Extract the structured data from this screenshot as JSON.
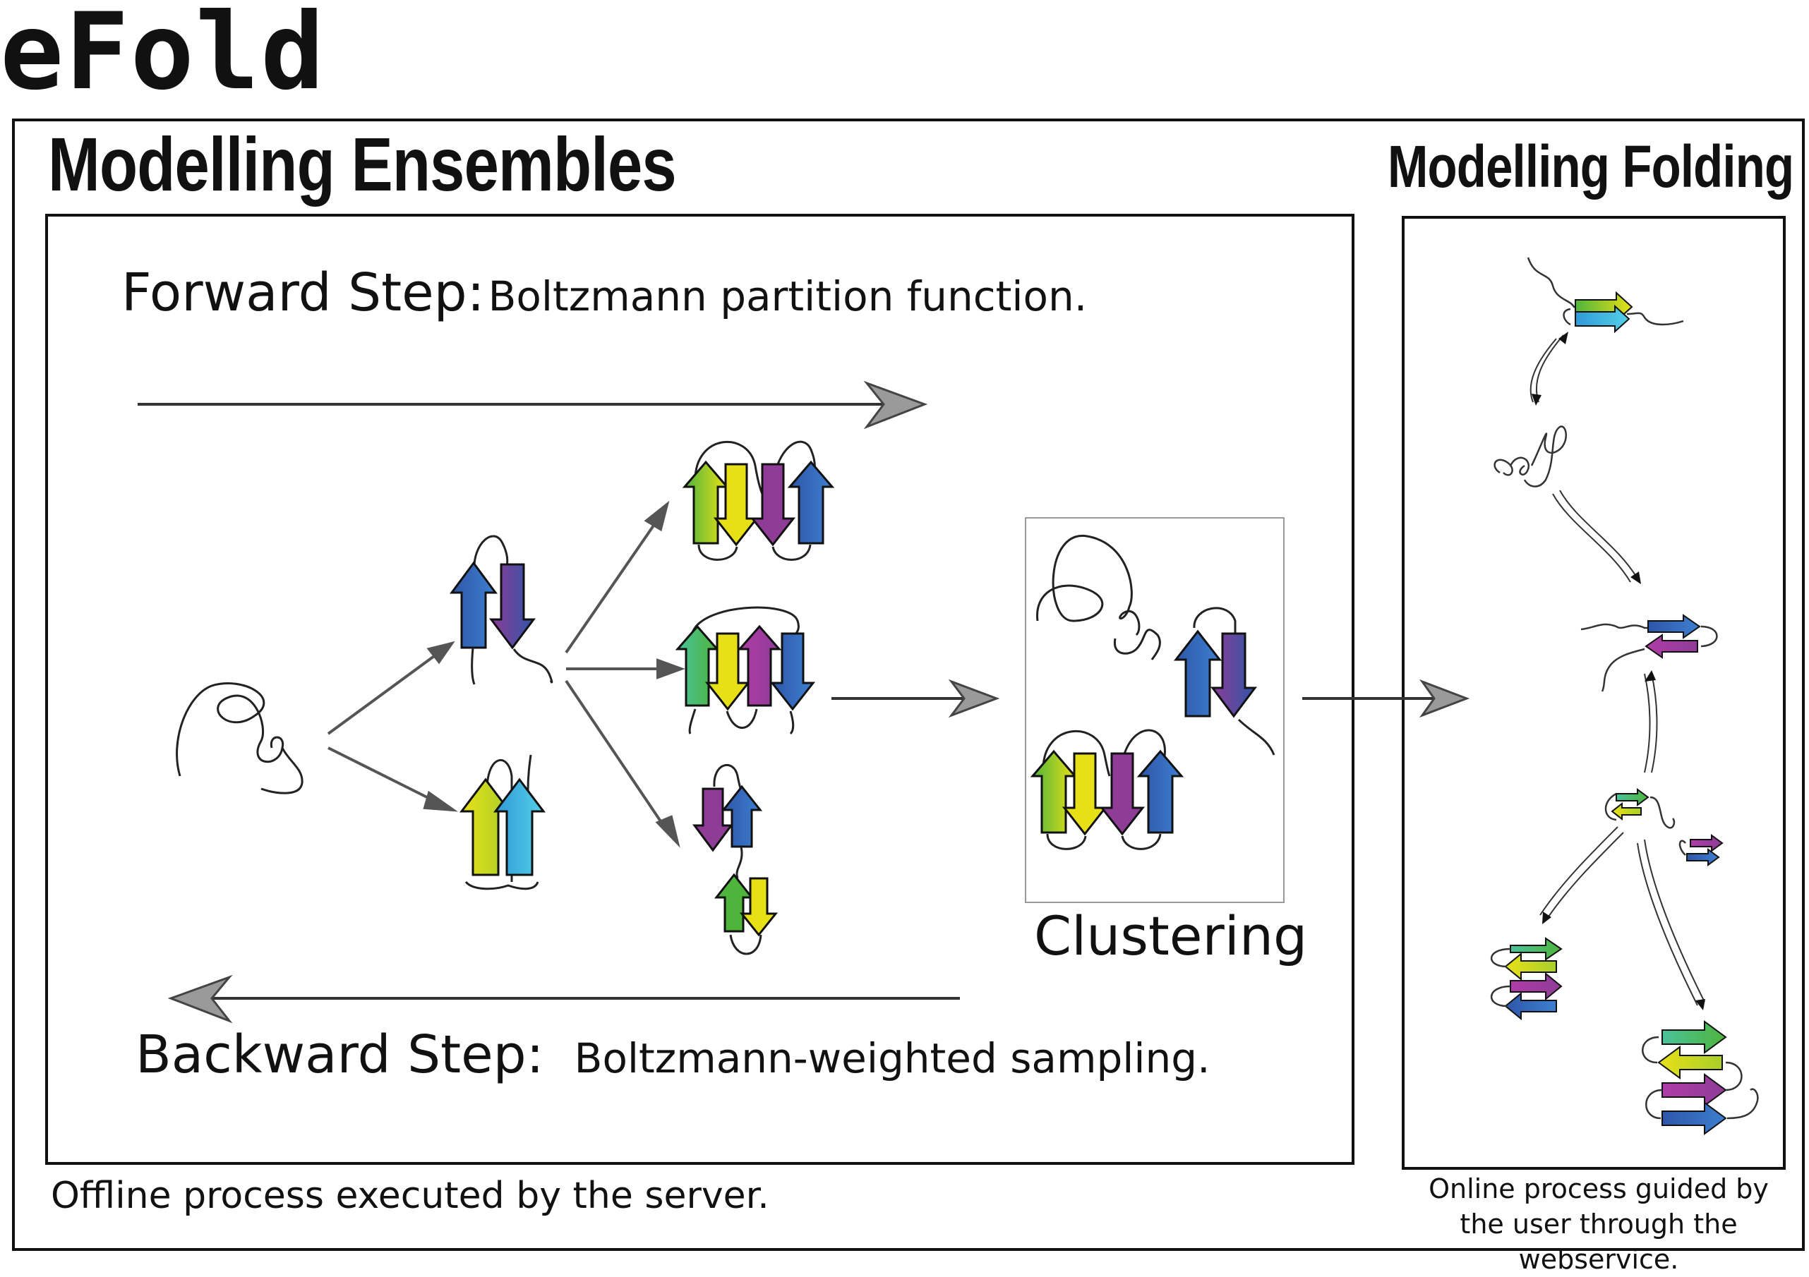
{
  "app_title": "eFold",
  "ensembles": {
    "title": "Modelling Ensembles",
    "forward_step": {
      "title": "Forward Step:",
      "description": "Boltzmann partition function."
    },
    "backward_step": {
      "title": "Backward Step:",
      "description": "Boltzmann-weighted sampling."
    },
    "clustering_label": "Clustering",
    "caption": "Offline process executed by the server."
  },
  "folding": {
    "title": "Modelling Folding",
    "caption": "Online process guided by the user through the webservice."
  },
  "colors": {
    "frame": "#111111",
    "arrow_gray": "#666666",
    "strand_green": "#4fb43c",
    "strand_lime": "#a9cf2b",
    "strand_yellow": "#e8e017",
    "strand_purple": "#8e3c96",
    "strand_blue": "#2f56a8",
    "strand_cyan": "#33b8e0",
    "strand_teal": "#49c29a"
  },
  "icons": [
    "random-coil-icon",
    "beta-hairpin-icon",
    "beta-sheet-icon",
    "gray-arrow-icon"
  ]
}
